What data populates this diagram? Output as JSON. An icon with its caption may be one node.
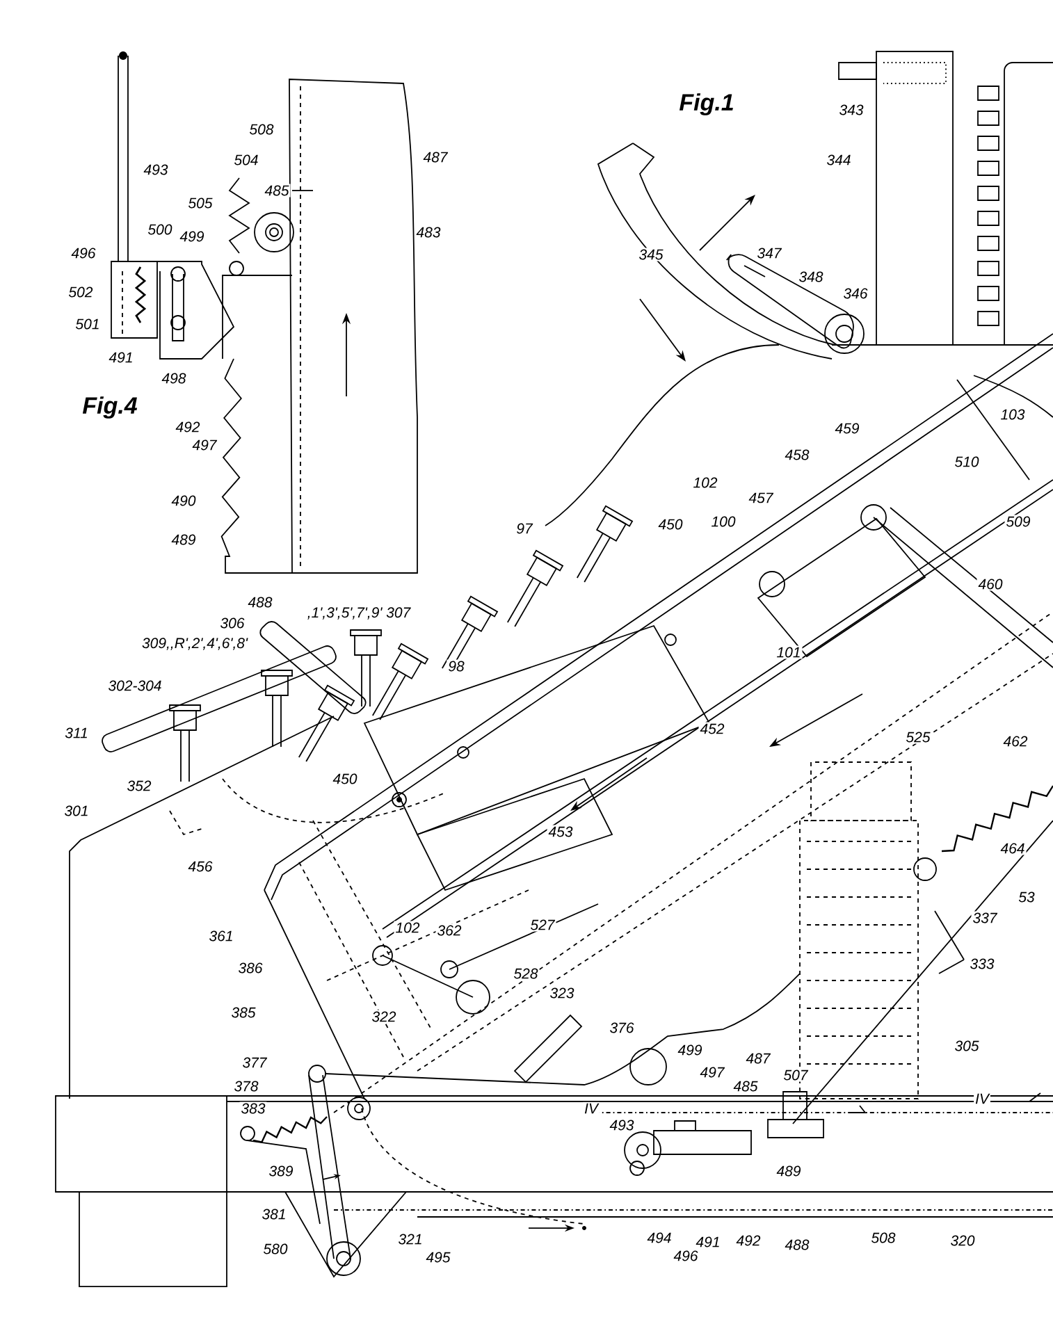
{
  "diagram": {
    "labels": [
      "Fig.1",
      "343",
      "508",
      "487",
      "504",
      "344",
      "493",
      "485",
      "505",
      "500",
      "483",
      "499",
      "496",
      "345",
      "347",
      "348",
      "502",
      "346",
      "501",
      "491",
      "498",
      "Fig.4",
      "103",
      "492",
      "459",
      "497",
      "458",
      "510",
      "102",
      "457",
      "490",
      "100",
      "450",
      "509",
      "97",
      "489",
      "460",
      "488",
      ",1',3',5',7',9' 307",
      "306",
      "309,,R',2',4',6',8'",
      "101",
      "98",
      "302-304",
      "452",
      "311",
      "525",
      "462",
      "450",
      "352",
      "301",
      "453",
      "464",
      "456",
      "53",
      "337",
      "527",
      "102",
      "362",
      "361",
      "333",
      "386",
      "528",
      "323",
      "385",
      "322",
      "376",
      "305",
      "499",
      "487",
      "377",
      "497",
      "507",
      "485",
      "378",
      "IV",
      "IV",
      "383",
      "493",
      "489",
      "389",
      "381",
      "494",
      "321",
      "508",
      "320",
      "492",
      "491",
      "488",
      "580",
      "496",
      "495"
    ]
  }
}
